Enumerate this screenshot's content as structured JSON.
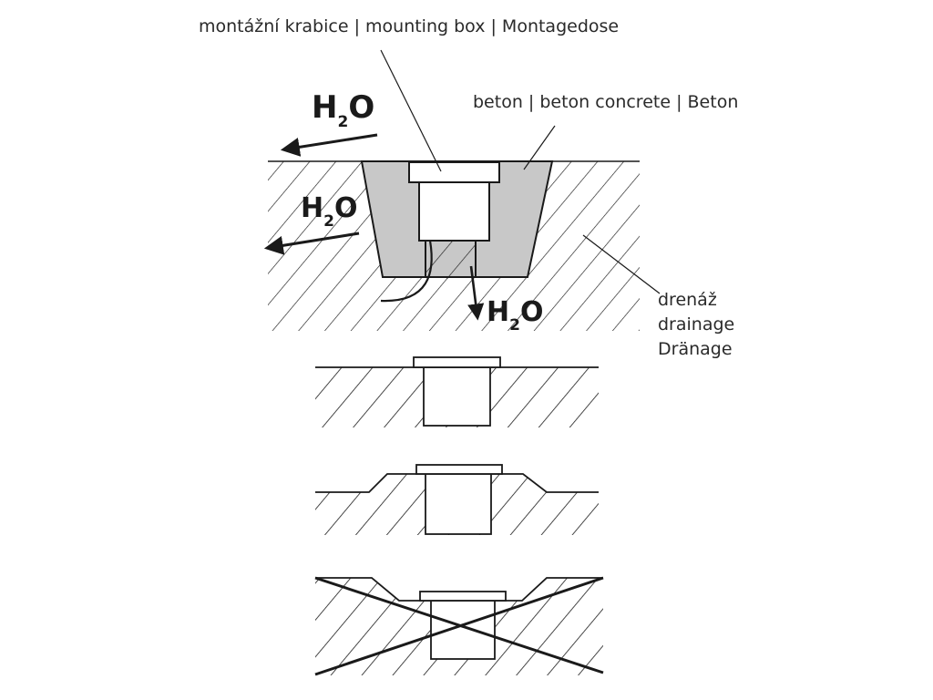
{
  "labels": {
    "mounting_box": "montážní krabice | mounting box | Montagedose",
    "concrete": "beton | beton concrete | Beton",
    "drainage_cs": "drenáž",
    "drainage_en": "drainage",
    "drainage_de": "Dränage"
  },
  "water": {
    "main": "H",
    "subscript": "2",
    "end": "O"
  },
  "colors": {
    "line": "#1a1a1a",
    "concrete_fill": "#c8c8c8",
    "background": "#ffffff"
  }
}
